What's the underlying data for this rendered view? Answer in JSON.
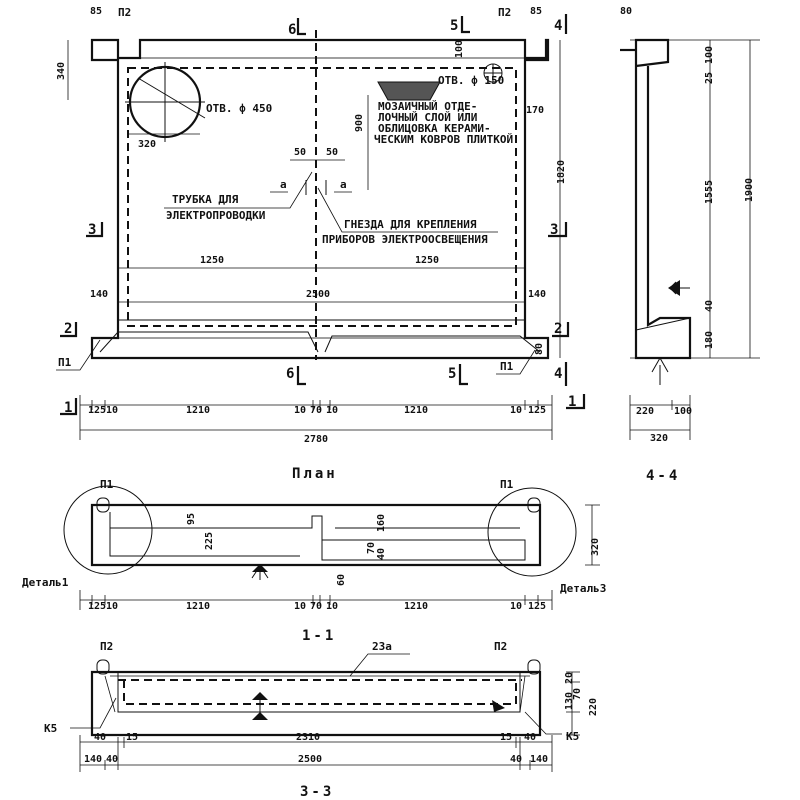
{
  "plan": {
    "title": "План",
    "marks": {
      "p1": "П1",
      "p2": "П2"
    },
    "hole450": "ОТВ. ф 450",
    "hole150": "ОТВ. ф 150",
    "mosaic_note": [
      "МОЗАИЧНЫЙ ОТДЕ-",
      "ЛОЧНЫЙ СЛОЙ ИЛИ",
      "ОБЛИЦОВКА КЕРАМИ-",
      "ЧЕСКИМ КОВРОВ ПЛИТКОЙ"
    ],
    "tube_note": [
      "ТРУБКА  ДЛЯ",
      "ЭЛЕКТРОПРОВОДКИ"
    ],
    "socket_note": [
      "ГНЕЗДА ДЛЯ КРЕПЛЕНИЯ",
      "ПРИБОРОВ ЭЛЕКТРООСВЕЩЕНИЯ"
    ],
    "section_marks": {
      "s1": "1",
      "s2": "2",
      "s3": "3",
      "s4": "4",
      "s5": "5",
      "s6": "6"
    },
    "letter_a": "а",
    "dims": {
      "d85a": "85",
      "d85b": "85",
      "d340": "340",
      "d320": "320",
      "d900": "900",
      "d50a": "50",
      "d50b": "50",
      "d1250a": "1250",
      "d1250b": "1250",
      "d2500": "2500",
      "d1820": "1820",
      "d100": "100",
      "d170": "170",
      "d140a": "140",
      "d140b": "140",
      "d80": "80",
      "d2780": "2780",
      "bottom_row": [
        "125",
        "10",
        "1210",
        "10",
        "70",
        "10",
        "1210",
        "10",
        "125"
      ]
    }
  },
  "section44": {
    "title": "4-4",
    "dims": {
      "d80": "80",
      "d100": "100",
      "d25": "25",
      "d1555": "1555",
      "d1900": "1900",
      "d40": "40",
      "d180": "180",
      "d220": "220",
      "d100b": "100",
      "d320": "320"
    }
  },
  "section11": {
    "title": "1-1",
    "marks": {
      "p1a": "П1",
      "p1b": "П1"
    },
    "detail1": "Деталь1",
    "detail3": "Деталь3",
    "dims": {
      "d225": "225",
      "d95": "95",
      "d160": "160",
      "d70": "70",
      "d40": "40",
      "d60": "60",
      "d320": "320",
      "bottom_row": [
        "125",
        "10",
        "1210",
        "10",
        "70",
        "10",
        "1210",
        "10",
        "125"
      ]
    }
  },
  "section33": {
    "title": "3-3",
    "marks": {
      "p2a": "П2",
      "p2b": "П2",
      "k5a": "К5",
      "k5b": "К5"
    },
    "rebar": "23а",
    "dims": {
      "d20": "20",
      "d130": "130",
      "d70": "70",
      "d220": "220",
      "d40a": "40",
      "d15a": "15",
      "d2310": "2310",
      "d15b": "15",
      "d40b": "40",
      "d140a": "140",
      "d40c": "40",
      "d2500": "2500",
      "d40d": "40",
      "d140b": "140"
    }
  }
}
